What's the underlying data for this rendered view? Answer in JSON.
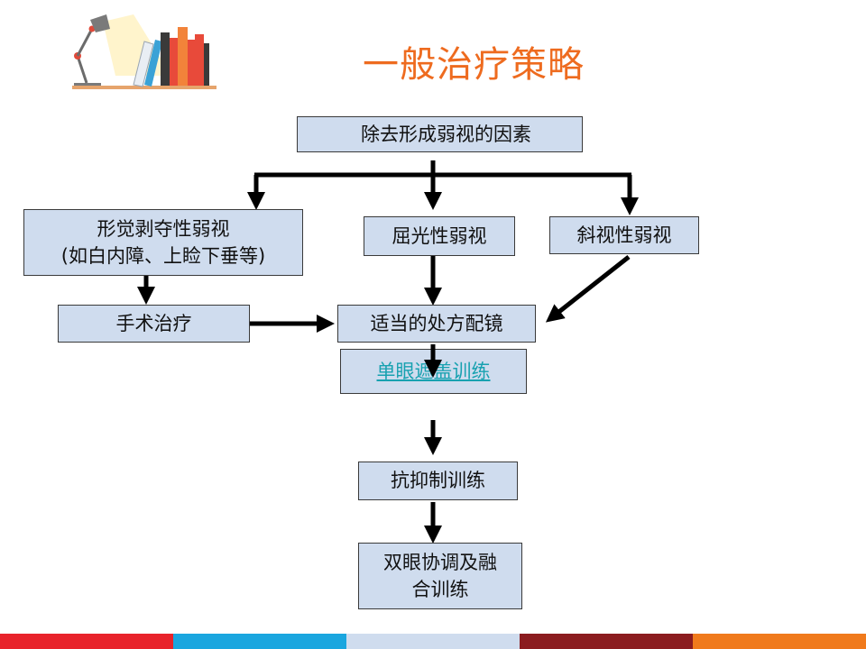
{
  "title": "一般治疗策略",
  "nodes": {
    "remove": "除去形成弱视的因素",
    "deprivation_line1": "形觉剥夺性弱视",
    "deprivation_line2": "(如白内障、上睑下垂等)",
    "refractive": "屈光性弱视",
    "strabismic": "斜视性弱视",
    "surgery": "手术治疗",
    "glasses": "适当的处方配镜",
    "occlusion": "单眼遮盖训练",
    "anti_suppression": "抗抑制训练",
    "binocular_line1": "双眼协调及融",
    "binocular_line2": "合训练"
  },
  "logo": {
    "icon": "desk-lamp-books-icon"
  },
  "colors": {
    "title": "#ee6b1f",
    "box_fill": "#cfdcee",
    "link": "#17a1b0",
    "footer": [
      "#e8232b",
      "#1aa6df",
      "#cfdcee",
      "#8b1c1f",
      "#f07a1c"
    ]
  }
}
